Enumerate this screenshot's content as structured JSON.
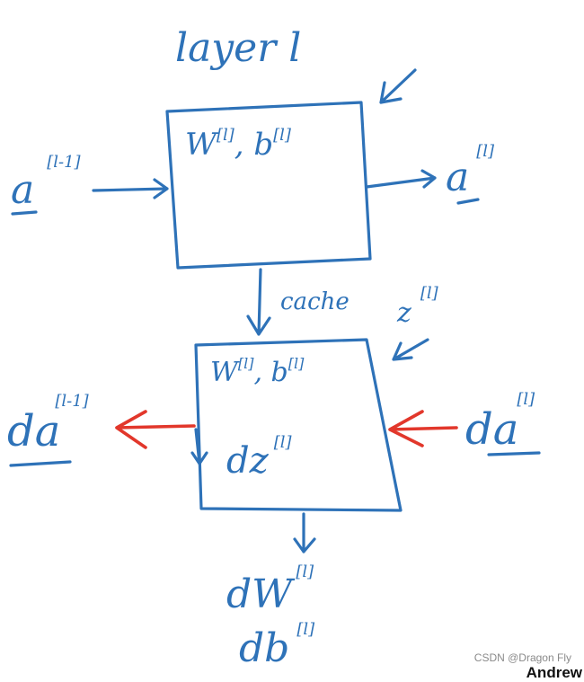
{
  "diagram": {
    "title": "layer l",
    "forward_block": {
      "params": "W[l], b[l]",
      "input": "a[l-1]",
      "output": "a[l]",
      "cache": "cache",
      "cached_value": "z[l]"
    },
    "backward_block": {
      "params": "W[l], b[l]",
      "inner": "dz[l]",
      "input": "da[l]",
      "output": "da[l-1]",
      "grad_w": "dW[l]",
      "grad_b": "db[l]"
    }
  },
  "labels": {
    "title_text": "layer l",
    "fwd_params_main": "W",
    "fwd_params_sup1": "[l]",
    "fwd_params_sep": ", b",
    "fwd_params_sup2": "[l]",
    "a_prev_main": "a",
    "a_prev_sup": "[l-1]",
    "a_out_main": "a",
    "a_out_sup": "[l]",
    "cache_text": "cache",
    "z_main": "z",
    "z_sup": "[l]",
    "bwd_params_main": "W",
    "bwd_params_sup1": "[l]",
    "bwd_params_sep": ", b",
    "bwd_params_sup2": "[l]",
    "dz_main": "dz",
    "dz_sup": "[l]",
    "da_in_main": "da",
    "da_in_sup": "[l]",
    "da_out_main": "da",
    "da_out_sup": "[l-1]",
    "dw_main": "dW",
    "dw_sup": "[l]",
    "db_main": "db",
    "db_sup": "[l]"
  },
  "watermark": "CSDN @Dragon Fly",
  "watermark_fragment": "Andrew",
  "colors": {
    "ink": "#2e72b8",
    "backprop_arrow": "#e2372b",
    "background": "#ffffff"
  }
}
